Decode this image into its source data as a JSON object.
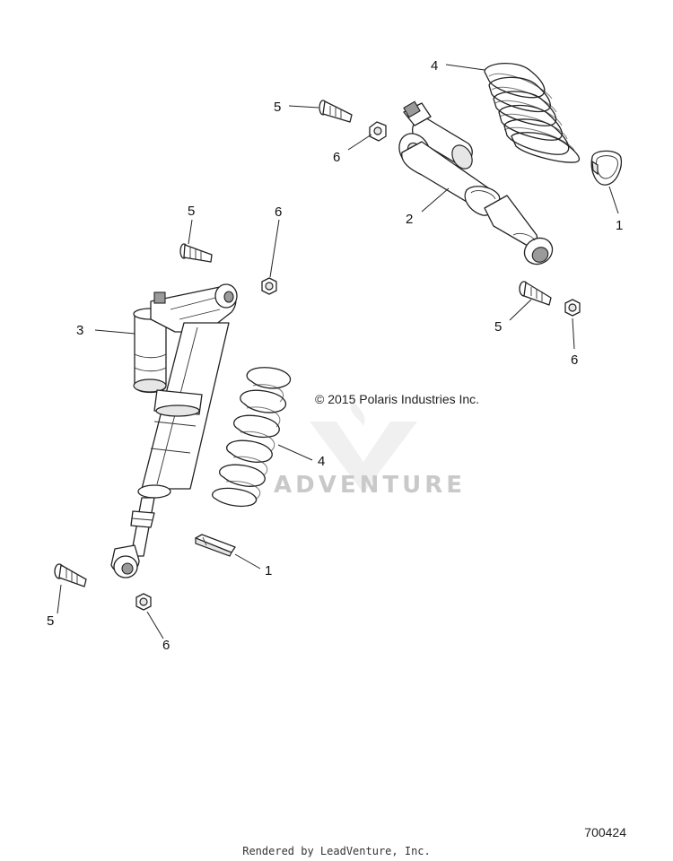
{
  "copyright": "© 2015 Polaris Industries Inc.",
  "diagram_number": "700424",
  "render_credit": "Rendered by LeadVenture, Inc.",
  "watermark_text": "ADVENTURE",
  "callouts": {
    "rear_spring_top": "4",
    "rear_bolt_top": "5",
    "rear_nut_top": "6",
    "rear_shock": "2",
    "rear_spring_retainer": "1",
    "rear_bolt_bottom": "5",
    "rear_nut_bottom": "6",
    "front_bolt_top": "5",
    "front_nut_top": "6",
    "front_shock": "3",
    "front_spring": "4",
    "front_spring_retainer": "1",
    "front_bolt_bottom": "5",
    "front_nut_bottom": "6"
  }
}
